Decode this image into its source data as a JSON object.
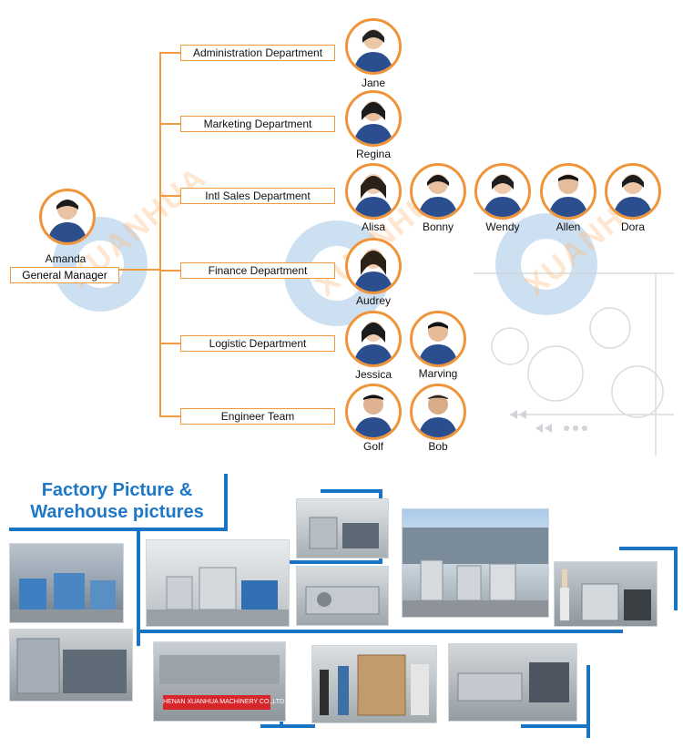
{
  "watermark": "XUANHUA",
  "org": {
    "ceo": {
      "name": "Amanda",
      "title": "General Manager"
    },
    "departments": [
      {
        "label": "Administration Department",
        "members": [
          "Jane"
        ]
      },
      {
        "label": "Marketing Department",
        "members": [
          "Regina"
        ]
      },
      {
        "label": "Intl Sales Department",
        "members": [
          "Alisa",
          "Bonny",
          "Wendy",
          "Allen",
          "Dora"
        ]
      },
      {
        "label": "Finance Department",
        "members": [
          "Audrey"
        ]
      },
      {
        "label": "Logistic Department",
        "members": [
          "Jessica",
          "Marving"
        ]
      },
      {
        "label": "Engineer Team",
        "members": [
          "Golf",
          "Bob"
        ]
      }
    ]
  },
  "factory": {
    "title_line1": "Factory Picture &",
    "title_line2": "Warehouse pictures",
    "banner_text": "HENAN XUANHUA MACHINERY CO.,LTD"
  },
  "colors": {
    "accent_orange": "#f39c3f",
    "accent_blue": "#1b73c3",
    "title_blue": "#1f77c8"
  }
}
